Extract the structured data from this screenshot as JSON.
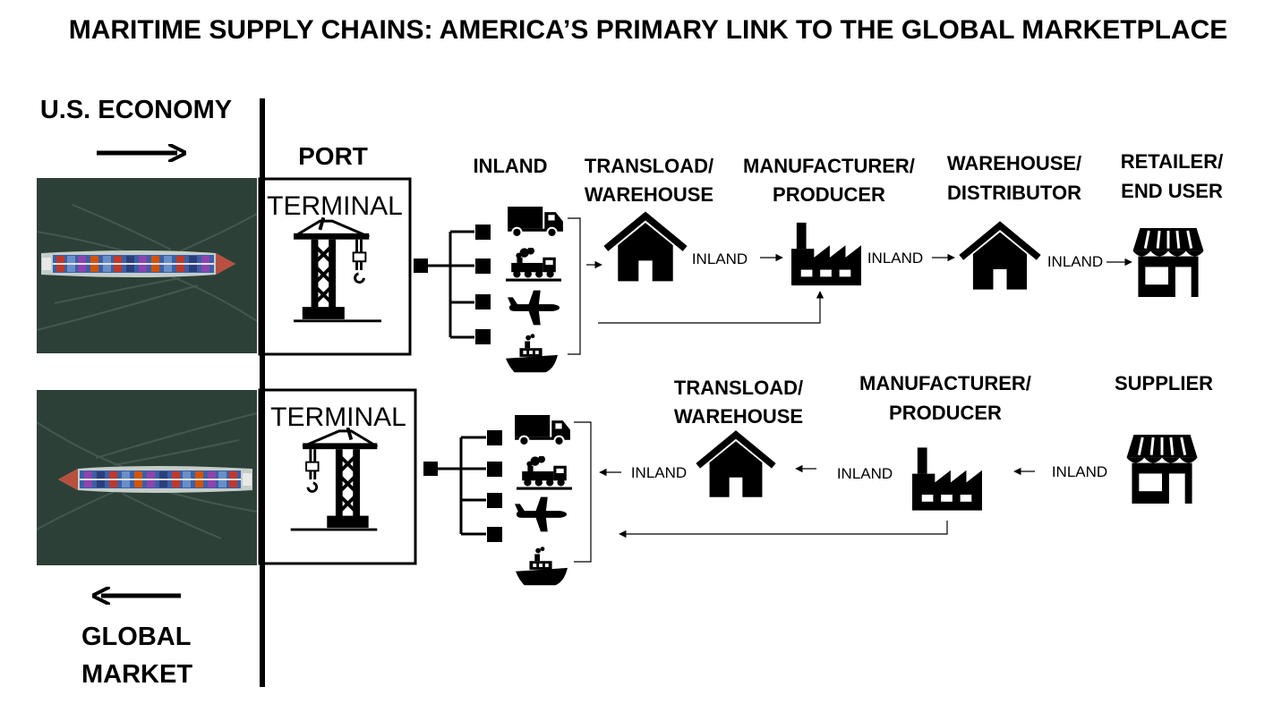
{
  "title": "MARITIME SUPPLY CHAINS:  AMERICA’S PRIMARY LINK TO THE GLOBAL MARKETPLACE",
  "left": {
    "us_economy": "U.S. ECONOMY",
    "global_line1": "GLOBAL",
    "global_line2": "MARKET"
  },
  "port_label": "PORT",
  "inland_header": "INLAND",
  "terminal_top": "TERMINAL",
  "terminal_bottom": "TERMINAL",
  "top_row": {
    "transload_l1": "TRANSLOAD/",
    "transload_l2": "WAREHOUSE",
    "manufacturer_l1": "MANUFACTURER/",
    "manufacturer_l2": "PRODUCER",
    "warehouse_l1": "WAREHOUSE/",
    "warehouse_l2": "DISTRIBUTOR",
    "retailer_l1": "RETAILER/",
    "retailer_l2": "END USER",
    "inland_1": "INLAND",
    "inland_2": "INLAND",
    "inland_3": "INLAND"
  },
  "bottom_row": {
    "transload_l1": "TRANSLOAD/",
    "transload_l2": "WAREHOUSE",
    "manufacturer_l1": "MANUFACTURER/",
    "manufacturer_l2": "PRODUCER",
    "supplier": "SUPPLIER",
    "inland_1": "INLAND",
    "inland_2": "INLAND",
    "inland_3": "INLAND"
  },
  "colors": {
    "water": "#2c4038",
    "containers": [
      "#3b5fa8",
      "#c0392b",
      "#6a8fc7",
      "#8e44ad",
      "#d35400",
      "#2c3e7a"
    ]
  },
  "icons": [
    "cargo-ship-photo",
    "crane-icon",
    "truck-icon",
    "train-icon",
    "airplane-icon",
    "boat-icon",
    "house-icon",
    "factory-icon",
    "store-icon",
    "arrow-icon"
  ]
}
